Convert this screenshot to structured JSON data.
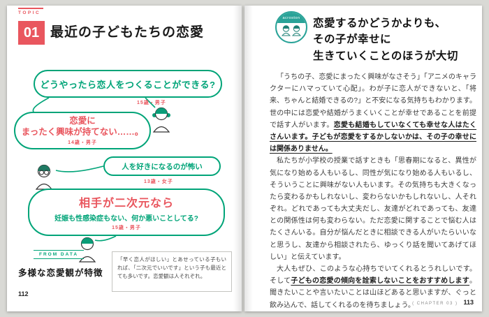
{
  "colors": {
    "accent_red": "#e9565e",
    "accent_green": "#00a478",
    "badge_teal": "#2aa398"
  },
  "left_page": {
    "topic_label": "TOPIC",
    "topic_number": "01",
    "title": "最近の子どもたちの恋愛",
    "bubbles": [
      {
        "text": "どうやったら恋人をつくることができる?",
        "attribution": "15歳・男子"
      },
      {
        "line1": "恋愛に",
        "line2": "まったく興味が持てない……。",
        "attribution": "14歳・男子"
      },
      {
        "text": "人を好きになるのが怖い",
        "attribution": "13歳・女子"
      },
      {
        "line1": "相手が二次元なら",
        "line2": "妊娠も性感染症もない、何か悪いことしてる?",
        "attribution": "15歳・男子"
      }
    ],
    "from_data": {
      "label": "FROM DATA",
      "heading": "多様な恋愛観が特徴",
      "note": "「早く恋人がほしい」とあせっている子もいれば、「二次元でいいです」という子も最近とても多いです。恋愛観は人それぞれ。"
    },
    "page_number": "112"
  },
  "right_page": {
    "badge_label": "acroston",
    "title_lines": [
      "恋愛するかどうかよりも、",
      "その子が幸せに",
      "生きていくことのほうが大切"
    ],
    "paragraphs": [
      [
        {
          "t": "「うちの子、恋愛にまったく興味がなさそう」「アニメのキャラクターにハマっていて心配」。わが子に恋人ができないと、「将来、ちゃんと結婚できるの?」と不安になる気持ちもわかります。世の中には恋愛や結婚がうまくいくことが幸せであることを前提で話す人がいます。"
        },
        {
          "t": "恋愛も結婚もしていなくても幸せな人はたくさんいます。子どもが恋愛をするかしないかは、その子の幸せには関係ありません。",
          "em": true
        }
      ],
      [
        {
          "t": "私たちが小学校の授業で話すときも「思春期になると、異性が気になり始める人もいるし、同性が気になり始める人もいるし、そういうことに興味がない人もいます。その気持ちも大きくなったら変わるかもしれないし、変わらないかもしれないし、人それぞれ。どれであっても大丈夫だし、友達がどれであっても、友達との関係性は何も変わらない。ただ恋愛に関することで悩む人はたくさんいる。自分が悩んだときに相談できる人がいたらいいなと思うし、友達から相談されたら、ゆっくり話を聞いてあげてほしい」と伝えています。"
        }
      ],
      [
        {
          "t": "大人もぜひ、このような心持ちでいてくれるとうれしいです。そして"
        },
        {
          "t": "子どもの恋愛の傾向を詮索しないことをおすすめします",
          "em": true
        },
        {
          "t": "。聞きたいことや言いたいことは山ほどあると思いますが、ぐっと飲み込んで、話してくれるのを待ちましょう。"
        }
      ]
    ],
    "chapter_label": "( CHAPTER 03 )",
    "page_number": "113"
  }
}
